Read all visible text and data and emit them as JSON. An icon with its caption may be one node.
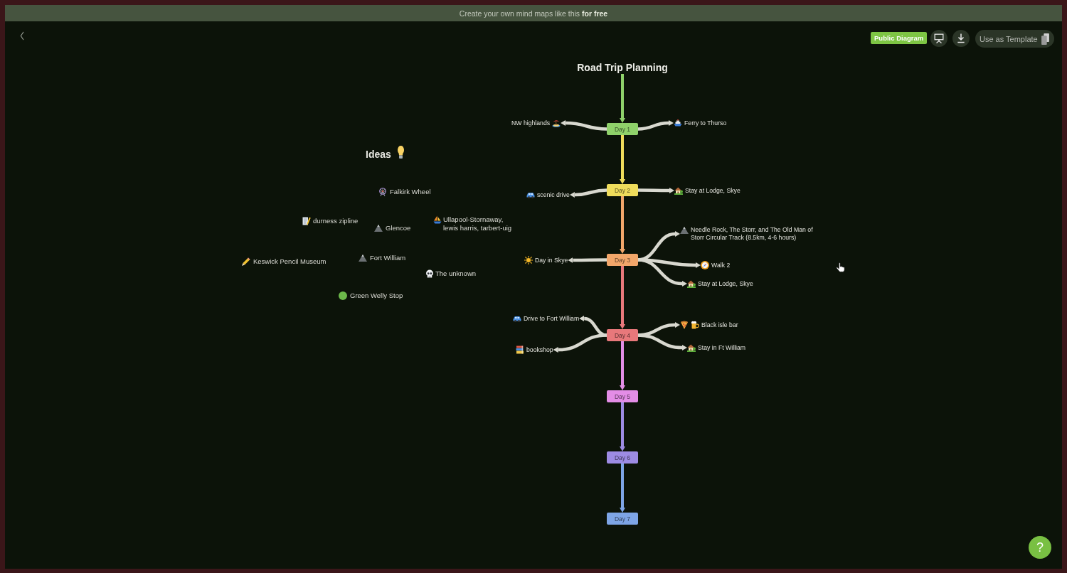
{
  "diagram": {
    "nodes": [
      {
        "text": [
          "Road Trip Planning"
        ]
      },
      {
        "text": [
          "NW highlands"
        ]
      },
      {
        "text": [
          "Day 1"
        ]
      },
      {
        "text": [
          "Ferry to Thurso"
        ]
      },
      {
        "text": [
          "scenic drive"
        ]
      },
      {
        "text": [
          "Day 2"
        ]
      },
      {
        "text": [
          "Stay at Lodge, Skye"
        ]
      },
      {
        "text": [
          "Needle Rock, The Storr, and The Old Man of Storr Circular Track (8.5km, 4-6 hours)"
        ]
      },
      {
        "text": [
          "Day in Skye"
        ]
      },
      {
        "text": [
          "Day 3"
        ]
      },
      {
        "text": [
          "Walk 2"
        ]
      },
      {
        "text": [
          "Stay at Lodge, Skye"
        ]
      },
      {
        "text": [
          "Drive to Fort William"
        ]
      },
      {
        "text": [
          "Black isle bar"
        ]
      },
      {
        "text": [
          "Day 4"
        ]
      },
      {
        "text": [
          "bookshop"
        ]
      },
      {
        "text": [
          "Stay in Ft William"
        ]
      },
      {
        "text": [
          "Day 5"
        ]
      },
      {
        "text": [
          "Day 6"
        ]
      },
      {
        "text": [
          "Day 7"
        ]
      }
    ],
    "edges": [
      {
        "from": 0,
        "to": 2,
        "arrow": "to",
        "color": "#8fd16a"
      },
      {
        "from": 2,
        "to": 1,
        "arrow": "to"
      },
      {
        "from": 2,
        "to": 3,
        "arrow": "to"
      },
      {
        "from": 2,
        "to": 5,
        "arrow": "to",
        "color": "#efdc5b"
      },
      {
        "from": 5,
        "to": 4,
        "arrow": "to"
      },
      {
        "from": 5,
        "to": 6,
        "arrow": "to"
      },
      {
        "from": 5,
        "to": 9,
        "arrow": "to",
        "color": "#f2a66a"
      },
      {
        "from": 9,
        "to": 7,
        "arrow": "to"
      },
      {
        "from": 9,
        "to": 8,
        "arrow": "to"
      },
      {
        "from": 9,
        "to": 10,
        "arrow": "to"
      },
      {
        "from": 9,
        "to": 11,
        "arrow": "to"
      },
      {
        "from": 9,
        "to": 14,
        "arrow": "to",
        "color": "#e8787b"
      },
      {
        "from": 14,
        "to": 12,
        "arrow": "to"
      },
      {
        "from": 14,
        "to": 13,
        "arrow": "to"
      },
      {
        "from": 14,
        "to": 15,
        "arrow": "to"
      },
      {
        "from": 14,
        "to": 16,
        "arrow": "to"
      },
      {
        "from": 14,
        "to": 17,
        "arrow": "to",
        "color": "#e38de6"
      },
      {
        "from": 17,
        "to": 18,
        "arrow": "to",
        "color": "#9d8be3"
      },
      {
        "from": 18,
        "to": 19,
        "arrow": "to",
        "color": "#7ea5e6"
      }
    ],
    "labels": [
      "Create your own mind maps like this **for free**",
      "Public Diagram",
      "Use as Template",
      "Ideas",
      "Falkirk Wheel",
      "durness zipline",
      "Glencoe",
      "Ullapool-Stornaway, lewis harris, tarbert-uig",
      "Keswick Pencil Museum",
      "Fort William",
      "The unknown",
      "Green Welly Stop",
      "?"
    ]
  }
}
